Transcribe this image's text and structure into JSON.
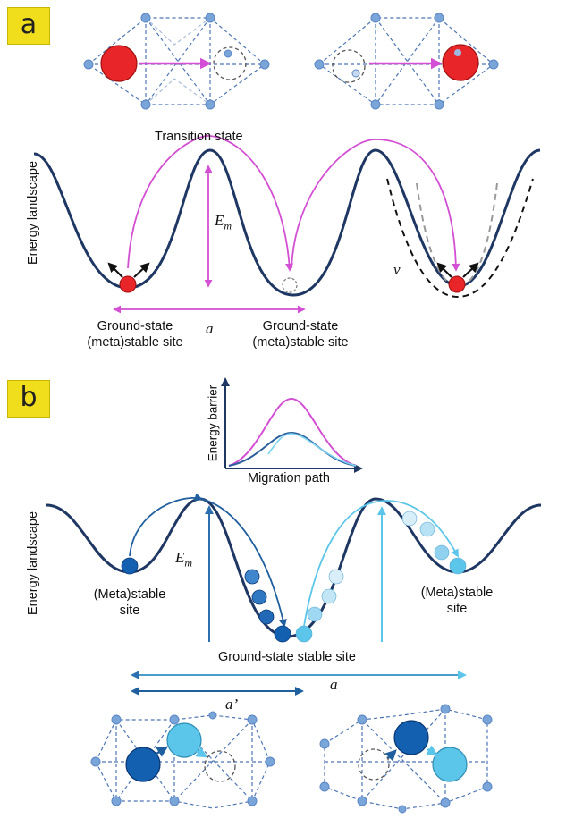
{
  "panels": {
    "a": {
      "tag": "a",
      "transition_state": "Transition state",
      "y_axis": "Energy landscape",
      "em_symbol": "E",
      "em_sub": "m",
      "a_symbol": "a",
      "nu_symbol": "v",
      "site_left_line1": "Ground-state",
      "site_left_line2": "(meta)stable site",
      "site_right_line1": "Ground-state",
      "site_right_line2": "(meta)stable site"
    },
    "b": {
      "tag": "b",
      "inset_y_axis": "Energy barrier",
      "inset_x_axis": "Migration path",
      "y_axis": "Energy landscape",
      "em_symbol": "E",
      "em_sub": "m",
      "site_left_line1": "(Meta)stable",
      "site_left_line2": "site",
      "site_right_line1": "(Meta)stable",
      "site_right_line2": "site",
      "ground_state": "Ground-state stable site",
      "a_symbol": "a",
      "a_prime_symbol": "a’"
    }
  },
  "colors": {
    "curve": "#1f3763",
    "magenta": "#d34fd3",
    "red_atom": "#e8262a",
    "lattice": "#4f76b3",
    "node": "#7aa5d9",
    "dark_blue": "#1360b0",
    "mid_blue": "#2a7bc6",
    "light_blue": "#5cc6ea",
    "pale_blue": "#bfe3f5"
  }
}
